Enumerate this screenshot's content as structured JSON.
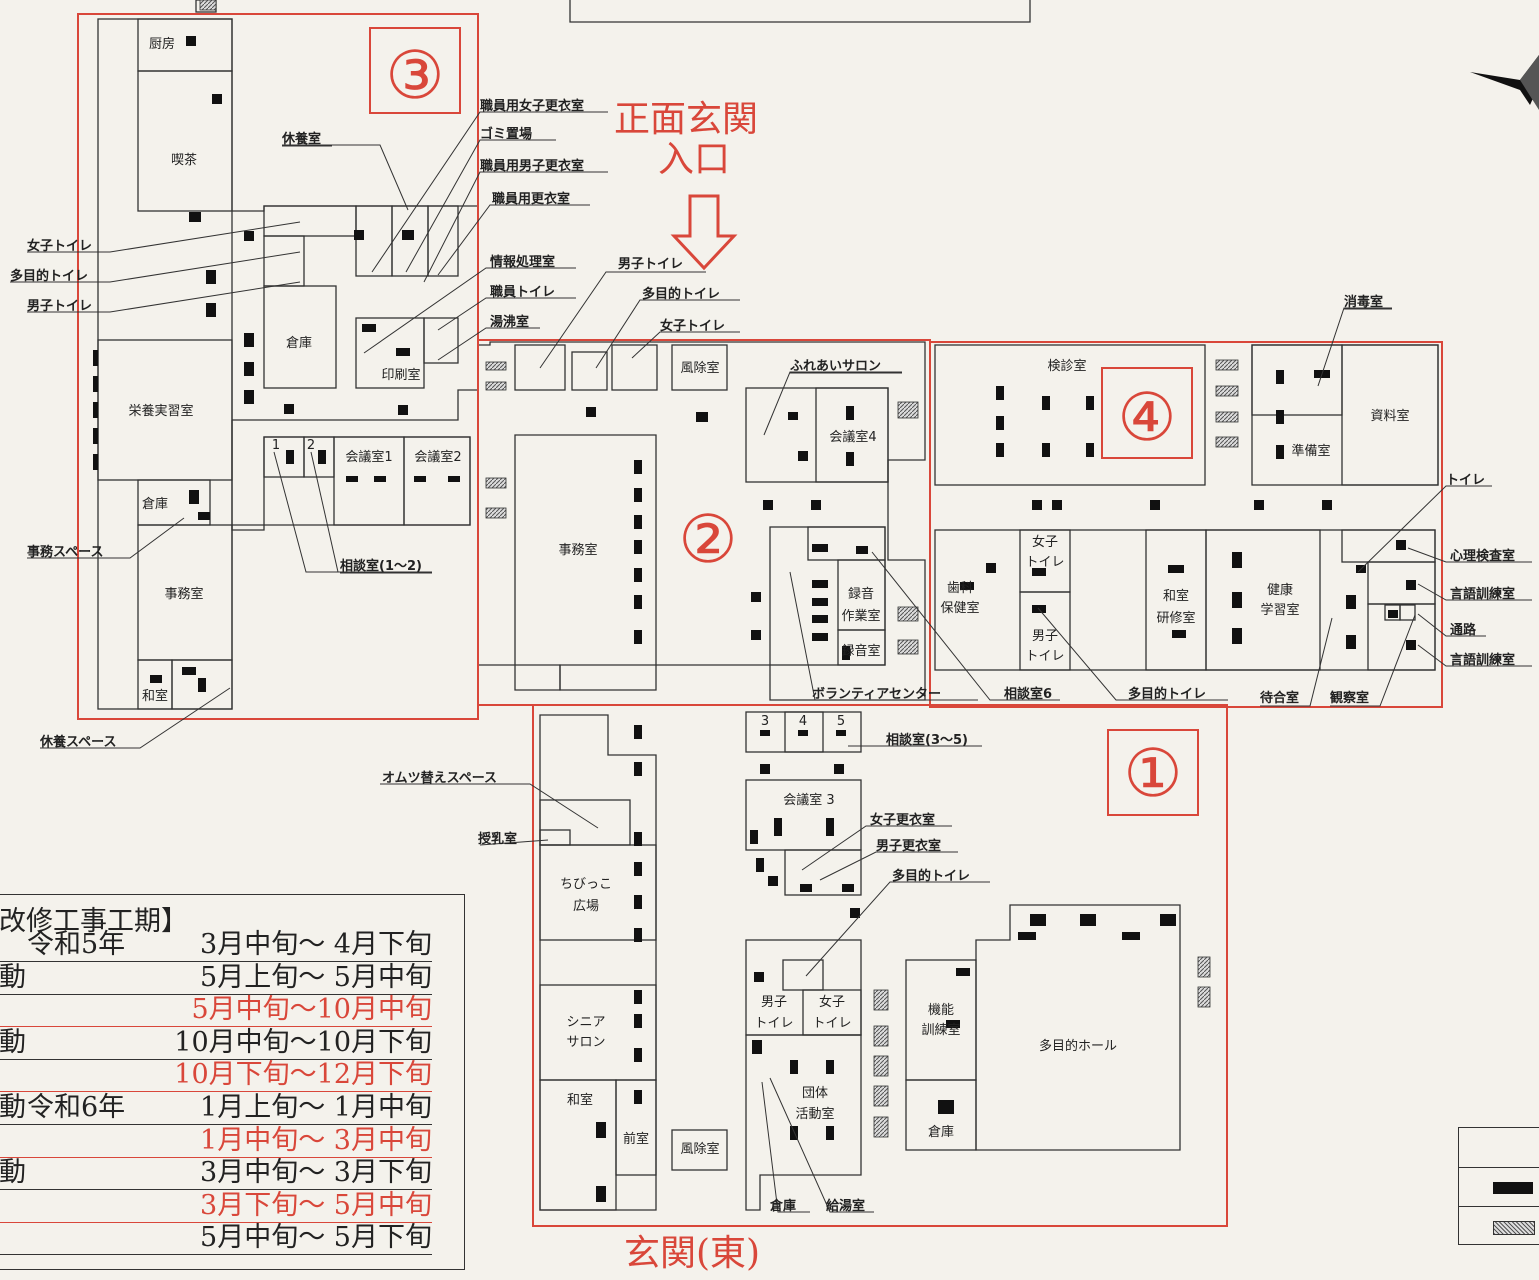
{
  "zones": {
    "z1": "①",
    "z2": "②",
    "z3": "③",
    "z4": "④"
  },
  "entrances": {
    "main_line1": "正面玄関",
    "main_line2": "入口",
    "arrow": "⇩",
    "east": "玄関(東)"
  },
  "rooms": {
    "kitchen": "厨房",
    "cafe": "喫茶",
    "rest_room": "休養室",
    "nutrition": "栄養実習室",
    "storage_3": "倉庫",
    "office_3": "事務室",
    "storage_3b": "倉庫",
    "washitsu_3": "和室",
    "printing": "印刷室",
    "meeting1": "会議室1",
    "meeting2": "会議室2",
    "consult_num1": "1",
    "consult_num2": "2",
    "wind_main": "風除室",
    "office_2": "事務室",
    "meeting4": "会議室4",
    "recording_work_1": "録音",
    "recording_work_2": "作業室",
    "recording": "録音室",
    "checkup": "検診室",
    "prep": "準備室",
    "records": "資料室",
    "dental_1": "歯科",
    "dental_2": "保健室",
    "women_wc_1": "女子",
    "women_wc_2": "トイレ",
    "men_wc_1": "男子",
    "men_wc_2": "トイレ",
    "training_1": "和室",
    "training_2": "研修室",
    "health_1": "健康",
    "health_2": "学習室",
    "consult3": "3",
    "consult4": "4",
    "consult5": "5",
    "meeting3": "会議室 3",
    "chibikko_1": "ちびっこ",
    "chibikko_2": "広場",
    "senior_1": "シニア",
    "senior_2": "サロン",
    "washitsu_1": "和室",
    "anteroom": "前室",
    "wind_east": "風除室",
    "men_wc1_1": "男子",
    "men_wc1_2": "トイレ",
    "women_wc1_1": "女子",
    "women_wc1_2": "トイレ",
    "group_1": "団体",
    "group_2": "活動室",
    "func_1": "機能",
    "func_2": "訓練室",
    "storage_1": "倉庫",
    "hall": "多目的ホール"
  },
  "callouts": {
    "staff_women_locker": "職員用女子更衣室",
    "garbage": "ゴミ置場",
    "staff_men_locker": "職員用男子更衣室",
    "staff_locker": "職員用更衣室",
    "info_room": "情報処理室",
    "staff_wc": "職員トイレ",
    "boiler": "湯沸室",
    "women_wc_l": "女子トイレ",
    "multi_wc_l": "多目的トイレ",
    "men_wc_l": "男子トイレ",
    "office_space": "事務スペース",
    "consult_1_2": "相談室(1～2)",
    "rest_space": "休養スペース",
    "men_wc_2": "男子トイレ",
    "multi_wc_2": "多目的トイレ",
    "women_wc_2": "女子トイレ",
    "fureai": "ふれあいサロン",
    "volunteer": "ボランティアセンター",
    "consult6": "相談室6",
    "multi_wc_4": "多目的トイレ",
    "waiting": "待合室",
    "observation": "観察室",
    "disinfect": "消毒室",
    "toilet_4": "トイレ",
    "psych": "心理検査室",
    "speech1": "言語訓練室",
    "passage": "通路",
    "speech2": "言語訓練室",
    "consult_3_5": "相談室(3～5)",
    "diaper": "オムツ替えスペース",
    "nursing": "授乳室",
    "women_locker_1": "女子更衣室",
    "men_locker_1": "男子更衣室",
    "multi_wc_1": "多目的トイレ",
    "storage_e": "倉庫",
    "kitchenette": "給湯室"
  },
  "schedule": {
    "title": "改修工事工期】",
    "rows": [
      {
        "label": "",
        "year": "令和5年",
        "period": "3月中旬～ 4月下旬",
        "highlight": false
      },
      {
        "label": "動",
        "year": "",
        "period": "5月上旬～ 5月中旬",
        "highlight": false
      },
      {
        "label": "",
        "year": "",
        "period": "5月中旬～10月中旬",
        "highlight": true
      },
      {
        "label": "動",
        "year": "",
        "period": "10月中旬～10月下旬",
        "highlight": false
      },
      {
        "label": "",
        "year": "",
        "period": "10月下旬～12月下旬",
        "highlight": true
      },
      {
        "label": "動",
        "year": "令和6年",
        "period": "1月上旬～ 1月中旬",
        "highlight": false
      },
      {
        "label": "",
        "year": "",
        "period": "1月中旬～ 3月中旬",
        "highlight": true
      },
      {
        "label": "動",
        "year": "",
        "period": "3月中旬～ 3月下旬",
        "highlight": false
      },
      {
        "label": "",
        "year": "",
        "period": "3月下旬～ 5月中旬",
        "highlight": true
      },
      {
        "label": "",
        "year": "",
        "period": "5月中旬～ 5月下旬",
        "highlight": false
      }
    ]
  },
  "colors": {
    "accent": "#d9473a",
    "ink": "#222222",
    "paper": "#f4f2ec"
  },
  "icons": {
    "compass": "compass-icon",
    "legend": "legend-swatches"
  }
}
